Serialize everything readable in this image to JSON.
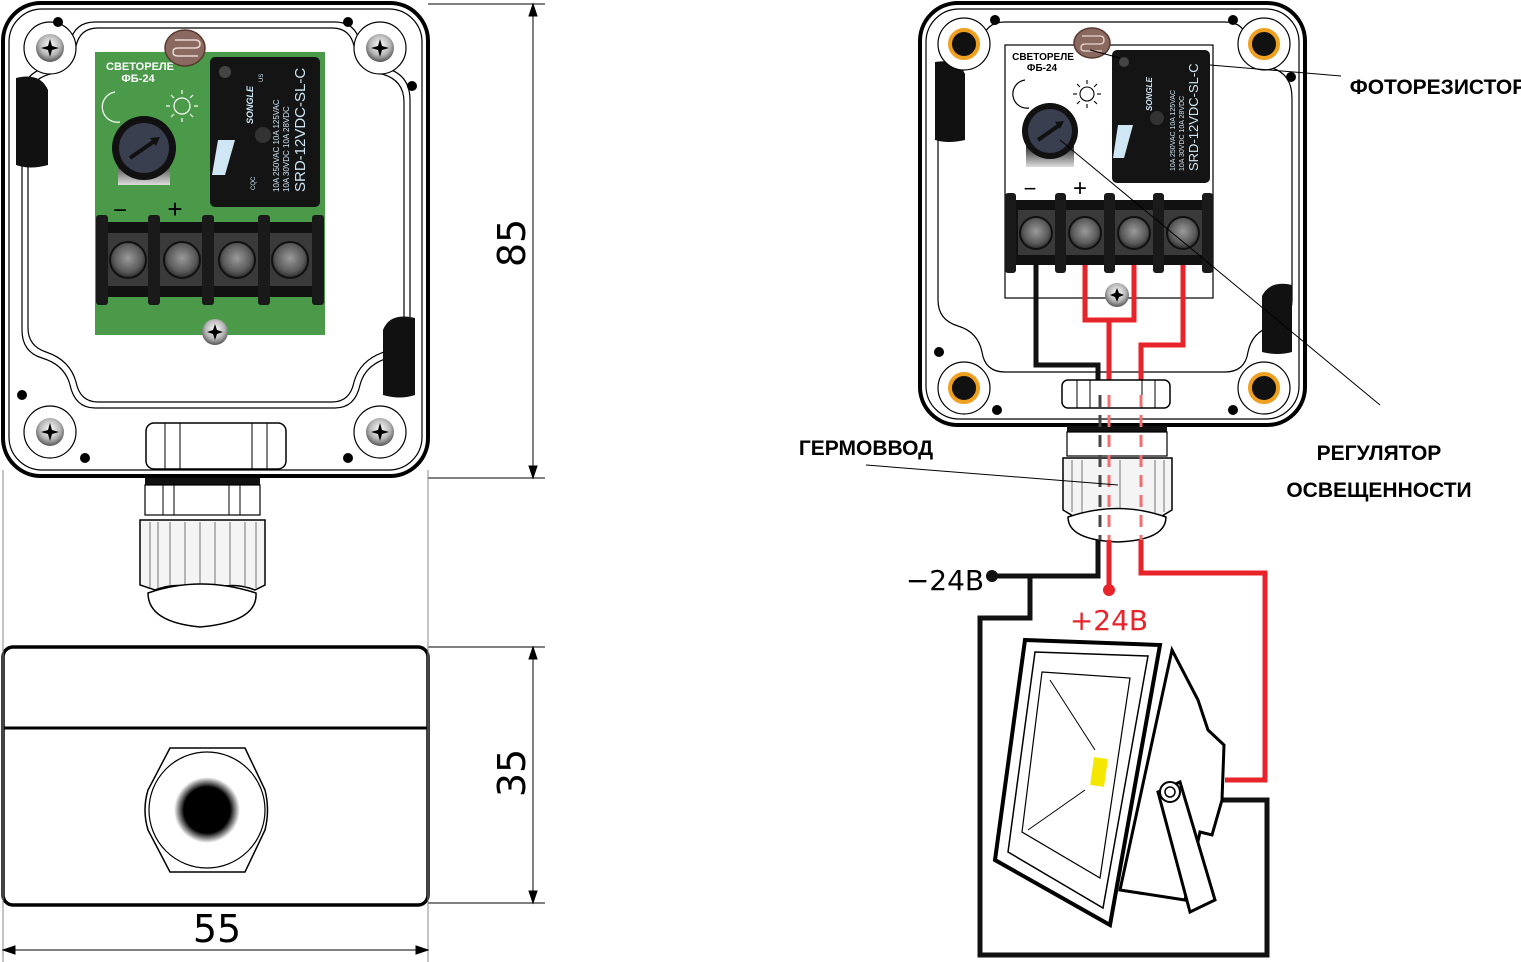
{
  "device": {
    "name_line1": "СВЕТОРЕЛЕ",
    "name_line2": "ФБ-24",
    "minus_sign": "−",
    "plus_sign": "+"
  },
  "relay": {
    "brand": "SONGLE",
    "model": "SRD-12VDC-SL-C",
    "rating_line1": "10A 250VAC 10A 125VAC",
    "rating_line2": "10A 30VDC 10A 28VDC",
    "ul_mark": "US",
    "cqc_mark": "CQC"
  },
  "dimensions": {
    "height": "85",
    "width": "55",
    "depth": "35"
  },
  "callouts": {
    "photoresistor": "ФОТОРЕЗИСТОР",
    "regulator_line1": "РЕГУЛЯТОР",
    "regulator_line2": "ОСВЕЩЕННОСТИ",
    "cable_gland": "ГЕРМОВВОД"
  },
  "wiring": {
    "negative_label": "−24В",
    "positive_label": "+24В",
    "positive_color": "#e8232a",
    "negative_color": "#111111"
  },
  "colors": {
    "pcb_green": "#4a9a4a",
    "screw_ring_orange": "#f0a020",
    "relay_body": "#141414",
    "led_chip_yellow": "#f5e800"
  }
}
